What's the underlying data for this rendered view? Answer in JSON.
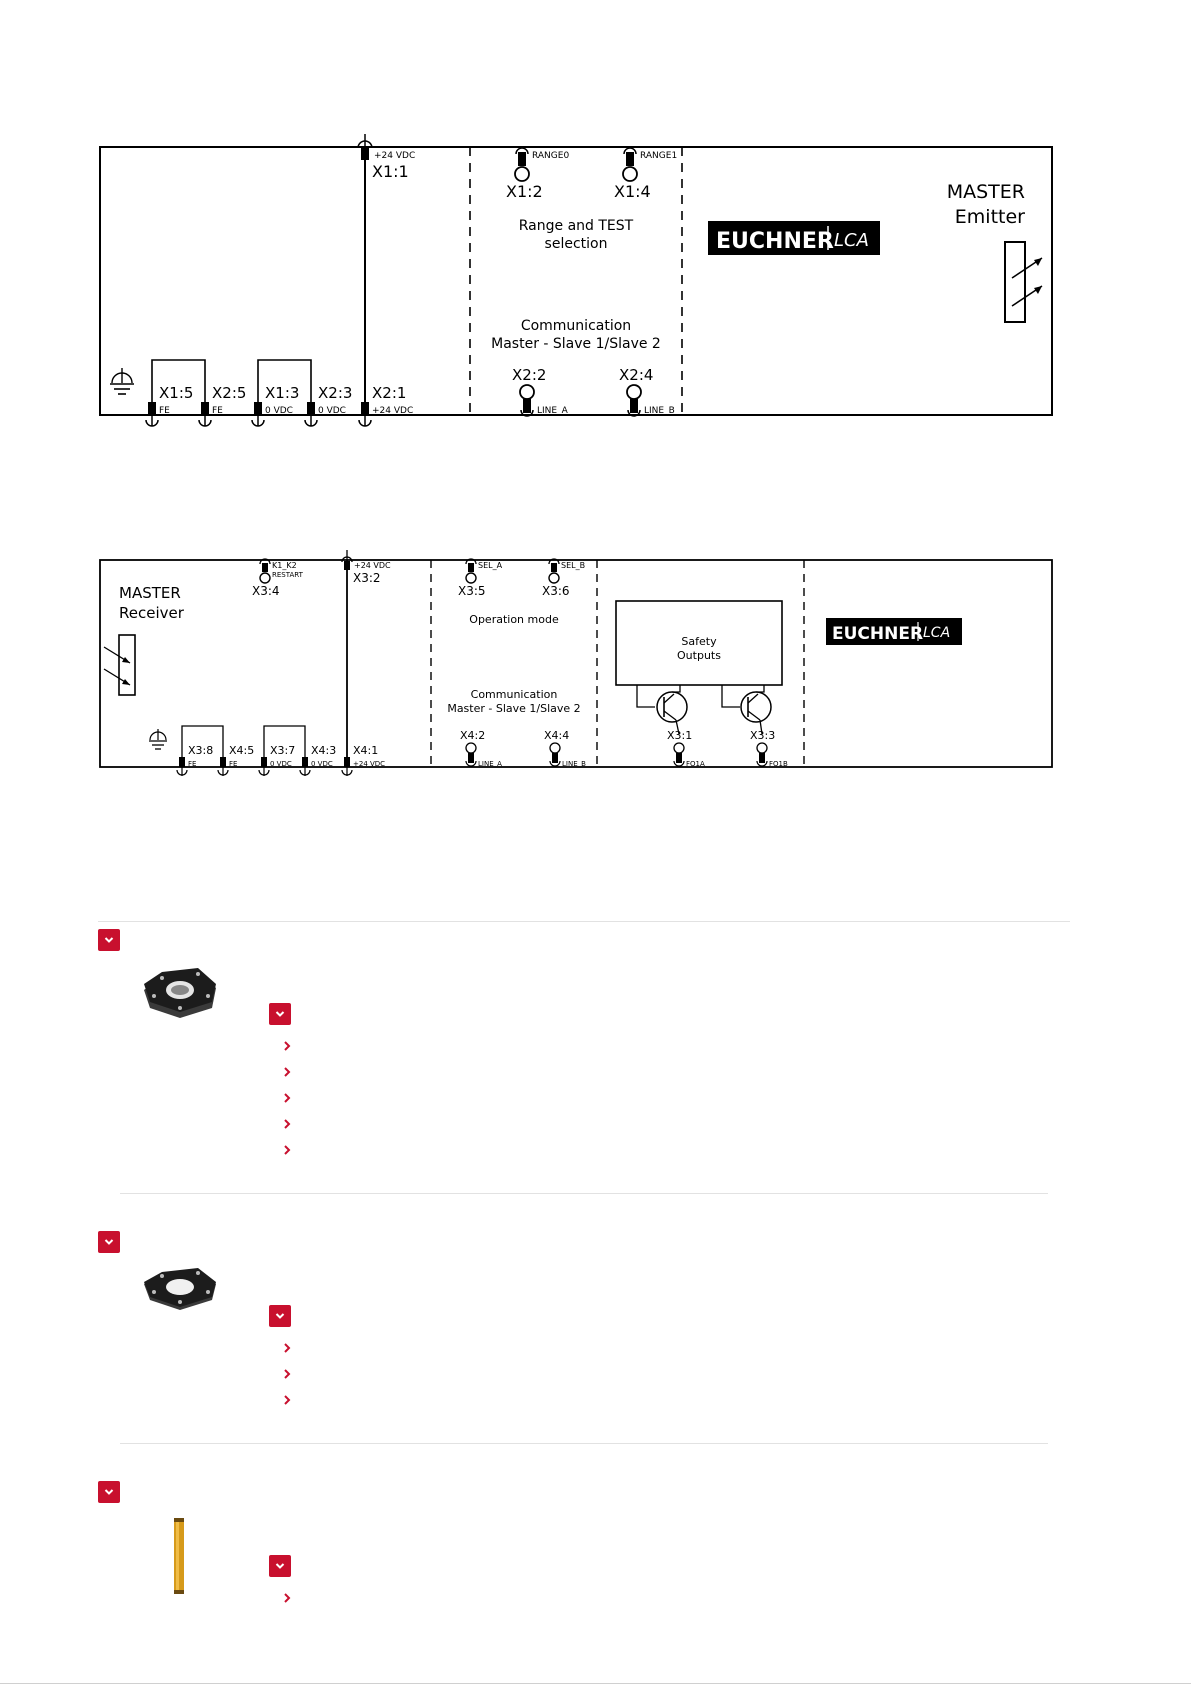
{
  "emitter": {
    "title_line1": "MASTER",
    "title_line2": "Emitter",
    "range_text1": "Range and TEST",
    "range_text2": "selection",
    "comm_text1": "Communication",
    "comm_text2": "Master - Slave 1/Slave 2",
    "logo_brand": "EUCHNER",
    "logo_product": "LCA",
    "top_terminals": {
      "x1_1": "X1:1",
      "x1_1_sig": "+24 VDC",
      "x1_2": "X1:2",
      "x1_2_sig": "RANGE0",
      "x1_4": "X1:4",
      "x1_4_sig": "RANGE1"
    },
    "bottom_terminals": {
      "x1_5": "X1:5",
      "x1_5_sig": "FE",
      "x2_5": "X2:5",
      "x2_5_sig": "FE",
      "x1_3": "X1:3",
      "x1_3_sig": "0 VDC",
      "x2_3": "X2:3",
      "x2_3_sig": "0 VDC",
      "x2_1": "X2:1",
      "x2_1_sig": "+24 VDC",
      "x2_2": "X2:2",
      "x2_2_sig": "LINE_A",
      "x2_4": "X2:4",
      "x2_4_sig": "LINE_B"
    }
  },
  "receiver": {
    "title_line1": "MASTER",
    "title_line2": "Receiver",
    "op_mode": "Operation mode",
    "comm_text1": "Communication",
    "comm_text2": "Master - Slave 1/Slave 2",
    "safety_text1": "Safety",
    "safety_text2": "Outputs",
    "logo_brand": "EUCHNER",
    "logo_product": "LCA",
    "top_terminals": {
      "x3_4": "X3:4",
      "x3_4_sig1": "K1_K2",
      "x3_4_sig2": "RESTART",
      "x3_2": "X3:2",
      "x3_2_sig": "+24 VDC",
      "x3_5": "X3:5",
      "x3_5_sig": "SEL_A",
      "x3_6": "X3:6",
      "x3_6_sig": "SEL_B"
    },
    "bottom_terminals": {
      "x3_8": "X3:8",
      "x3_8_sig": "FE",
      "x4_5": "X4:5",
      "x4_5_sig": "FE",
      "x3_7": "X3:7",
      "x3_7_sig": "0 VDC",
      "x4_3": "X4:3",
      "x4_3_sig": "0 VDC",
      "x4_1": "X4:1",
      "x4_1_sig": "+24 VDC",
      "x4_2": "X4:2",
      "x4_2_sig": "LINE_A",
      "x4_4": "X4:4",
      "x4_4_sig": "LINE_B",
      "x3_1": "X3:1",
      "x3_1_sig": "FO1A",
      "x3_3": "X3:3",
      "x3_3_sig": "FO1B"
    }
  },
  "accessories": [
    {
      "item_count": 5
    },
    {
      "item_count": 3
    },
    {
      "item_count": 1
    }
  ]
}
